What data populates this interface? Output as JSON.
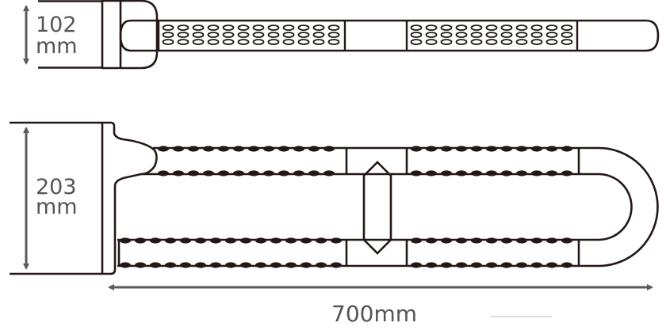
{
  "top_view": {
    "height_value": "102",
    "height_unit": "mm"
  },
  "front_view": {
    "height_value": "203",
    "height_unit": "mm",
    "length_label": "700mm"
  },
  "colors": {
    "outline": "#231815",
    "dimension": "#555555"
  }
}
